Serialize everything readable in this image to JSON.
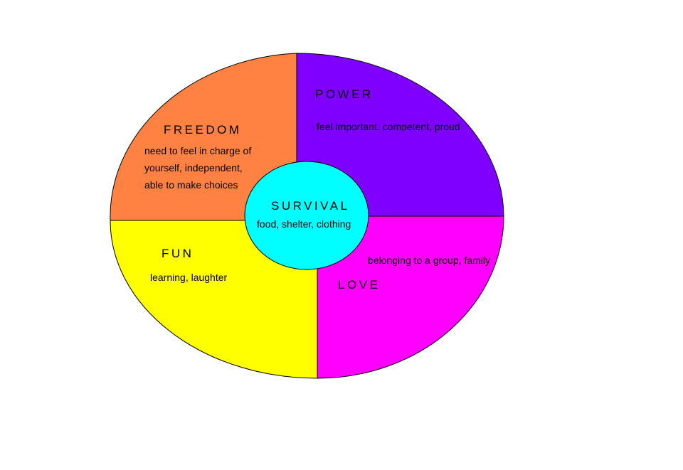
{
  "quadrants": {
    "freedom": {
      "title": "FREEDOM",
      "lines": [
        "need to feel in charge of",
        "yourself, independent,",
        "able to make choices"
      ],
      "color": "#FF8243"
    },
    "power": {
      "title": "POWER",
      "lines": [
        "feel important, competent, proud"
      ],
      "color": "#8000FF"
    },
    "fun": {
      "title": "FUN",
      "lines": [
        "learning, laughter"
      ],
      "color": "#FFFF00"
    },
    "love": {
      "title": "LOVE",
      "lines": [
        "belonging to a group, family"
      ],
      "color": "#FF00FF"
    }
  },
  "center": {
    "title": "SURVIVAL",
    "body": "food, shelter, clothing",
    "color": "#00FFFF"
  }
}
